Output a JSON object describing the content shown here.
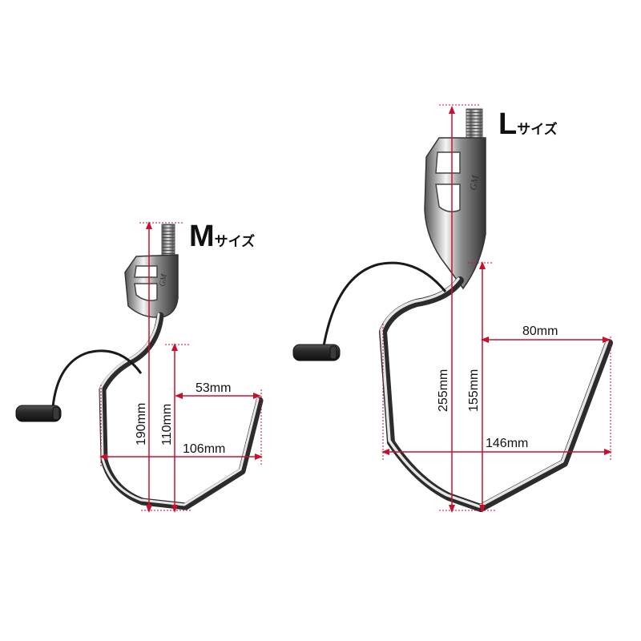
{
  "colors": {
    "dimension_line": "#c8102e",
    "guide_line": "#c8102e",
    "steel_dark": "#3a3a3a",
    "steel_mid": "#9a9a9a",
    "steel_light": "#eeeeee",
    "cord": "#1a1a1a",
    "cap": "#2a2a2a"
  },
  "hooks": [
    {
      "id": "m",
      "title_letter": "M",
      "title_suffix": "サイズ",
      "logo": "GM",
      "dimensions": {
        "total_height": "190mm",
        "hook_height": "110mm",
        "hook_width": "106mm",
        "gap_width": "53mm"
      }
    },
    {
      "id": "l",
      "title_letter": "L",
      "title_suffix": "サイズ",
      "logo": "GM",
      "dimensions": {
        "total_height": "255mm",
        "hook_height": "155mm",
        "hook_width": "146mm",
        "gap_width": "80mm"
      }
    }
  ]
}
